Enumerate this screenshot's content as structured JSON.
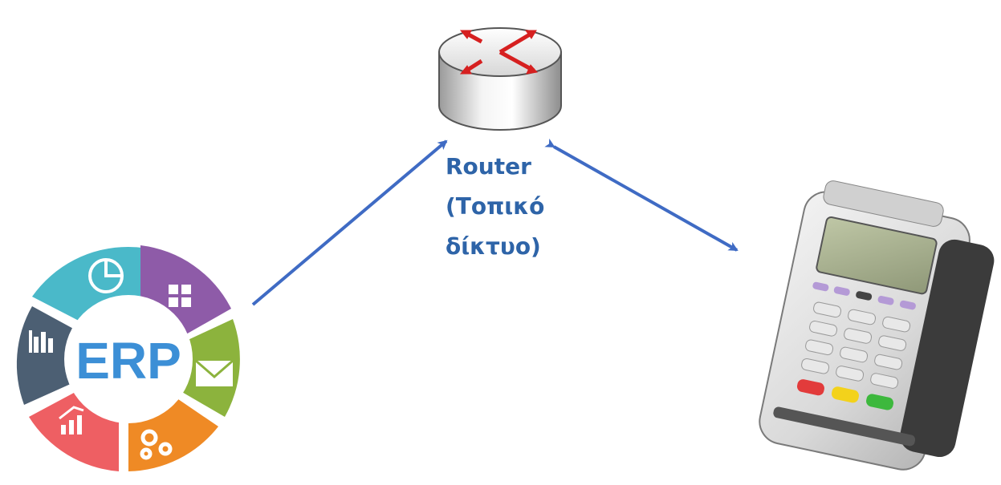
{
  "diagram": {
    "router": {
      "label_line1": "Router",
      "label_line2": "(Τοπικό",
      "label_line3": "δίκτυο)"
    },
    "erp": {
      "label": "ERP",
      "segment_colors": [
        "#4ab9c9",
        "#8e5ba8",
        "#8cb33d",
        "#ef8a25",
        "#ee5f63",
        "#4c5f73"
      ],
      "segment_icons": [
        "pie-chart-icon",
        "grid-icon",
        "envelope-icon",
        "gears-icon",
        "line-chart-icon",
        "bar-chart-icon"
      ]
    },
    "pos_terminal": {
      "key_colors": [
        "#e23b3b",
        "#f3d21b",
        "#3db83d"
      ]
    },
    "connections": [
      {
        "from": "erp",
        "to": "router",
        "direction": "one-way"
      },
      {
        "from": "router",
        "to": "pos_terminal",
        "direction": "two-way"
      }
    ],
    "arrow_color": "#3f6bc4"
  }
}
